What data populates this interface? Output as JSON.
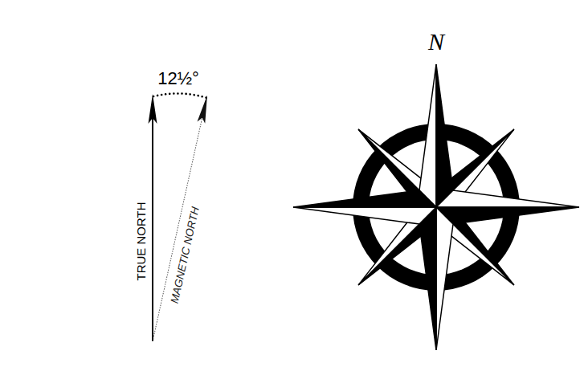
{
  "diagram": {
    "labels": [
      "12½°",
      "TRUE NORTH",
      "MAGNETIC NORTH",
      "N"
    ]
  }
}
